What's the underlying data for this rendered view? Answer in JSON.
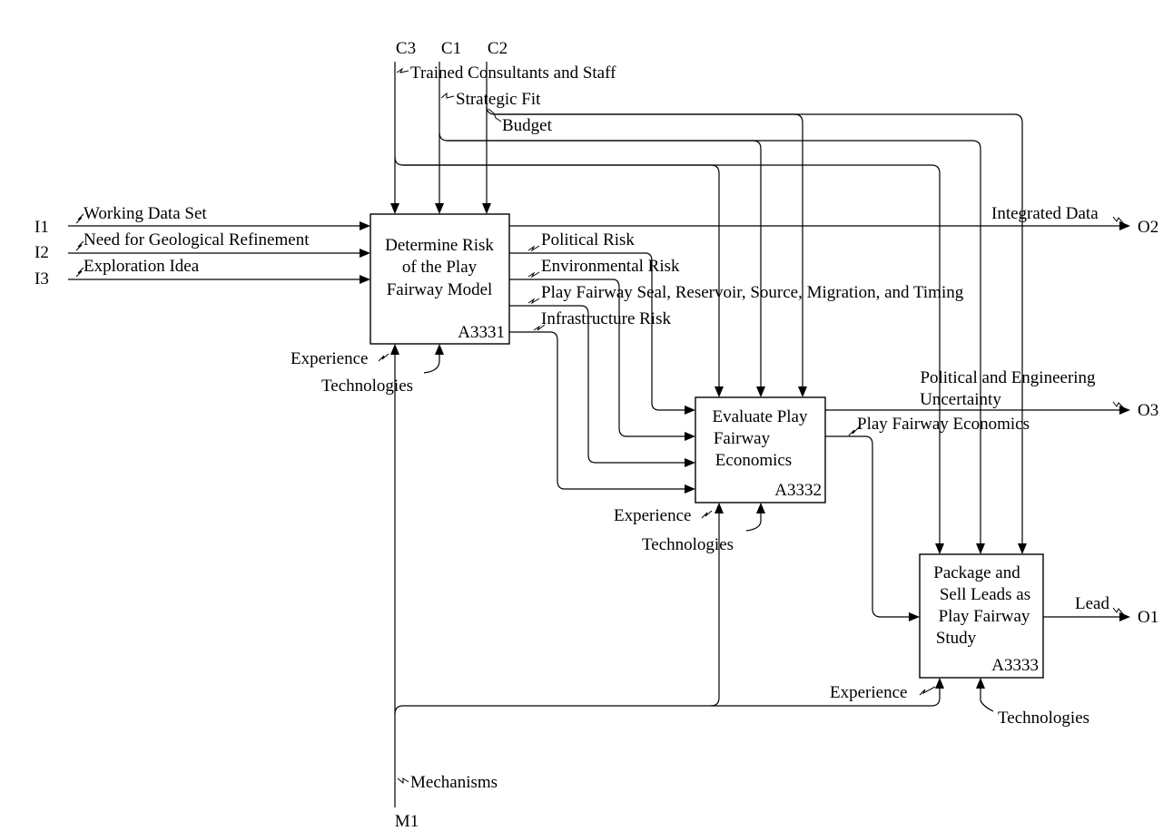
{
  "diagram": {
    "boxes": [
      {
        "id": "A3331",
        "lines": [
          "Determine Risk",
          "of the Play",
          "Fairway Model"
        ],
        "number": "A3331"
      },
      {
        "id": "A3332",
        "lines": [
          "Evaluate Play",
          "Fairway",
          "Economics"
        ],
        "number": "A3332"
      },
      {
        "id": "A3333",
        "lines": [
          "Package and",
          "Sell Leads as",
          "Play Fairway",
          "Study"
        ],
        "number": "A3333"
      }
    ],
    "boundary_codes": {
      "I1": "I1",
      "I2": "I2",
      "I3": "I3",
      "C1": "C1",
      "C2": "C2",
      "C3": "C3",
      "O1": "O1",
      "O2": "O2",
      "O3": "O3",
      "M1": "M1"
    },
    "inputs": {
      "working_data_set": "Working Data Set",
      "need_for_geological_refinement": "Need for Geological Refinement",
      "exploration_idea": "Exploration Idea"
    },
    "controls": {
      "trained_consultants_and_staff": "Trained Consultants and Staff",
      "strategic_fit": "Strategic Fit",
      "budget": "Budget"
    },
    "outputs": {
      "integrated_data": "Integrated Data",
      "political_and_engineering_uncertainty": [
        "Political and Engineering",
        "Uncertainty"
      ],
      "lead": "Lead"
    },
    "internal_arrows": {
      "political_risk": "Political Risk",
      "environmental_risk": "Environmental Risk",
      "play_fairway_seal": "Play Fairway Seal, Reservoir, Source, Migration, and Timing",
      "infrastructure_risk": "Infrastructure Risk",
      "play_fairway_economics": "Play Fairway Economics"
    },
    "mechanisms": {
      "mechanisms": "Mechanisms",
      "experience": "Experience",
      "technologies": "Technologies"
    }
  }
}
